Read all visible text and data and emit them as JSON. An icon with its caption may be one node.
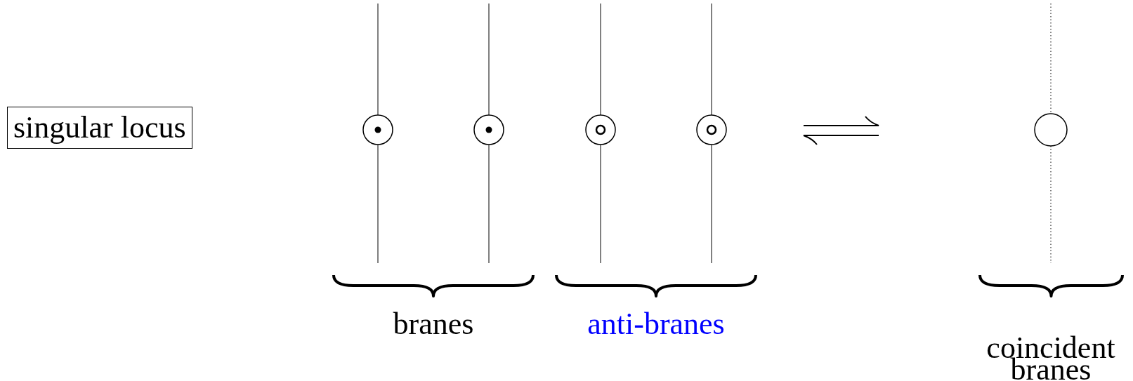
{
  "diagram": {
    "nodes": [
      {
        "text": [
          "singular locus"
        ]
      },
      {
        "text": [],
        "shape": "circle"
      },
      {
        "text": [],
        "shape": "circle"
      },
      {
        "text": [],
        "shape": "circle"
      },
      {
        "text": [],
        "shape": "circle"
      },
      {
        "text": [],
        "shape": "circle"
      }
    ],
    "labels": [
      "branes",
      "anti-branes",
      "coincident branes"
    ]
  }
}
